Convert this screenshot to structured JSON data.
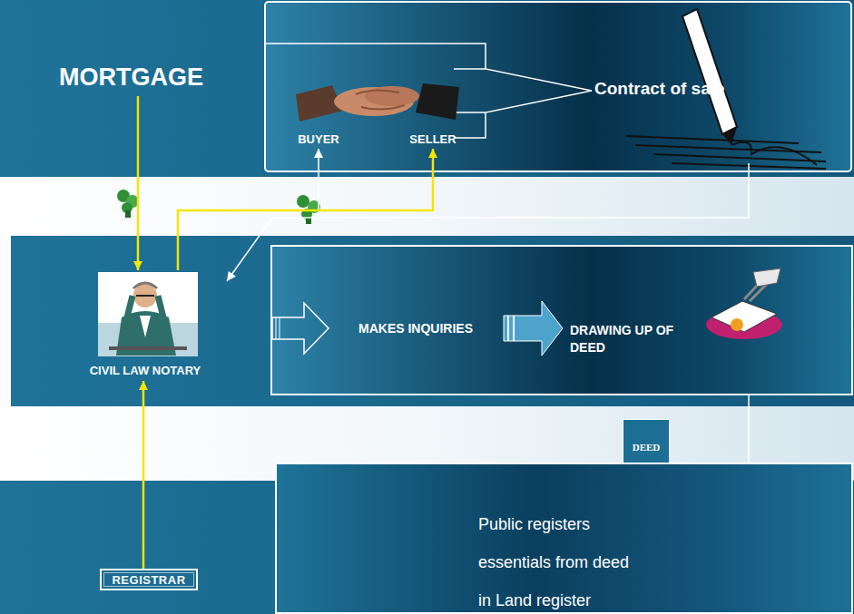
{
  "diagram": {
    "nodes": [
      {
        "text": [
          "MORTGAGE"
        ]
      },
      {
        "text": [
          "BUYER"
        ]
      },
      {
        "text": [
          "SELLER"
        ]
      },
      {
        "text": [
          "Contract of sale"
        ]
      },
      {
        "text": [
          "CIVIL LAW NOTARY"
        ]
      },
      {
        "text": [
          "MAKES INQUIRIES"
        ]
      },
      {
        "text": [
          "DRAWING UP OF DEED"
        ]
      },
      {
        "text": [
          "DEED"
        ]
      },
      {
        "text": [
          "REGISTRAR"
        ]
      },
      {
        "text": [
          "Public registers essentials from deed in Land register"
        ]
      }
    ],
    "edges": [
      {
        "from": 0,
        "to": 4,
        "arrow": "to"
      },
      {
        "from": 4,
        "to": 2,
        "arrow": "to"
      },
      {
        "from": 4,
        "to": 1,
        "arrow": "to"
      },
      {
        "from": 3,
        "to": 4,
        "arrow": "to"
      },
      {
        "from": 8,
        "to": 4,
        "arrow": "to"
      },
      {
        "from": 6,
        "to": 7,
        "arrow": "none"
      }
    ]
  }
}
